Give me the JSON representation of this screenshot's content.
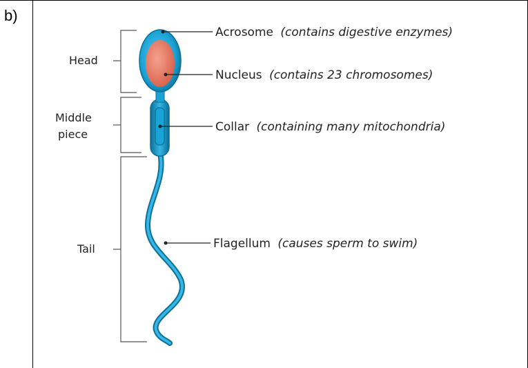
{
  "part_label": "b)",
  "colors": {
    "body": "#1aa3d6",
    "body_dark": "#0b6f96",
    "nucleus": "#e8735c",
    "nucleus_light": "#f5a38f",
    "bracket": "#555555",
    "text": "#222222"
  },
  "sections": {
    "head": "Head",
    "middle_line1": "Middle",
    "middle_line2": "piece",
    "tail": "Tail"
  },
  "labels": {
    "acrosome": {
      "name": "Acrosome",
      "note": "(contains digestive enzymes)"
    },
    "nucleus": {
      "name": "Nucleus",
      "note": "(contains 23 chromosomes)"
    },
    "collar": {
      "name": "Collar",
      "note": "(containing many mitochondria)"
    },
    "flagellum": {
      "name": "Flagellum",
      "note": "(causes sperm to swim)"
    }
  }
}
